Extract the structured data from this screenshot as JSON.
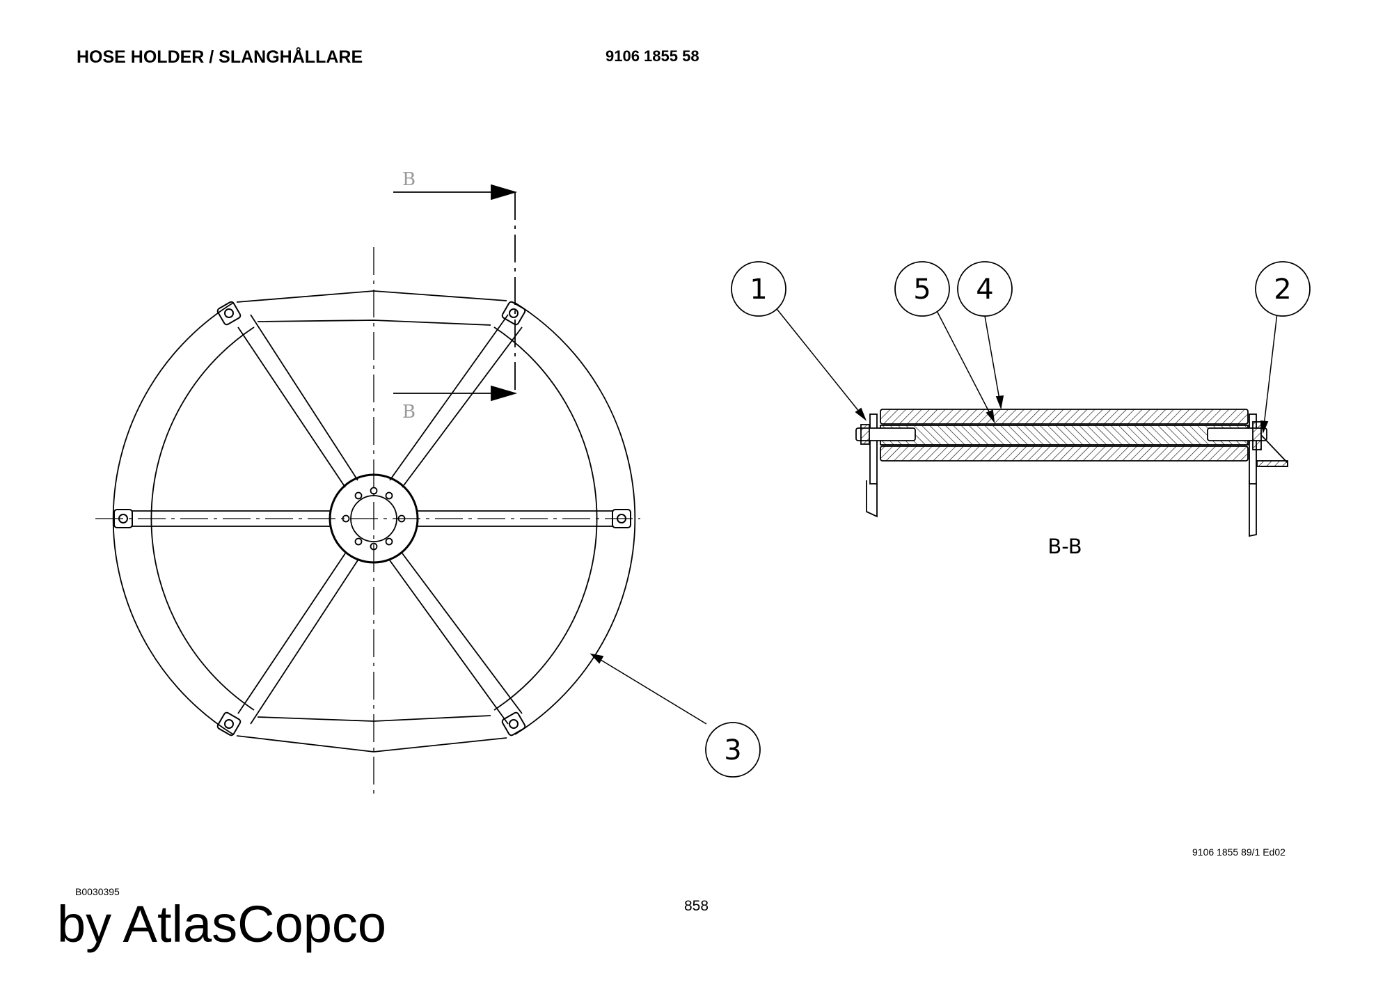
{
  "header": {
    "title": "HOSE HOLDER / SLANGHÅLLARE",
    "part_number": "9106 1855 58"
  },
  "drawing": {
    "section_markers": [
      "B",
      "B"
    ],
    "callouts": {
      "c1": "1",
      "c2": "2",
      "c3": "3",
      "c4": "4",
      "c5": "5"
    },
    "section_label": "B-B"
  },
  "footer": {
    "drawing_reference": "9106 1855 89/1 Ed02",
    "figure_code": "B0030395",
    "brand": "by AtlasCopco",
    "page_number": "858"
  }
}
